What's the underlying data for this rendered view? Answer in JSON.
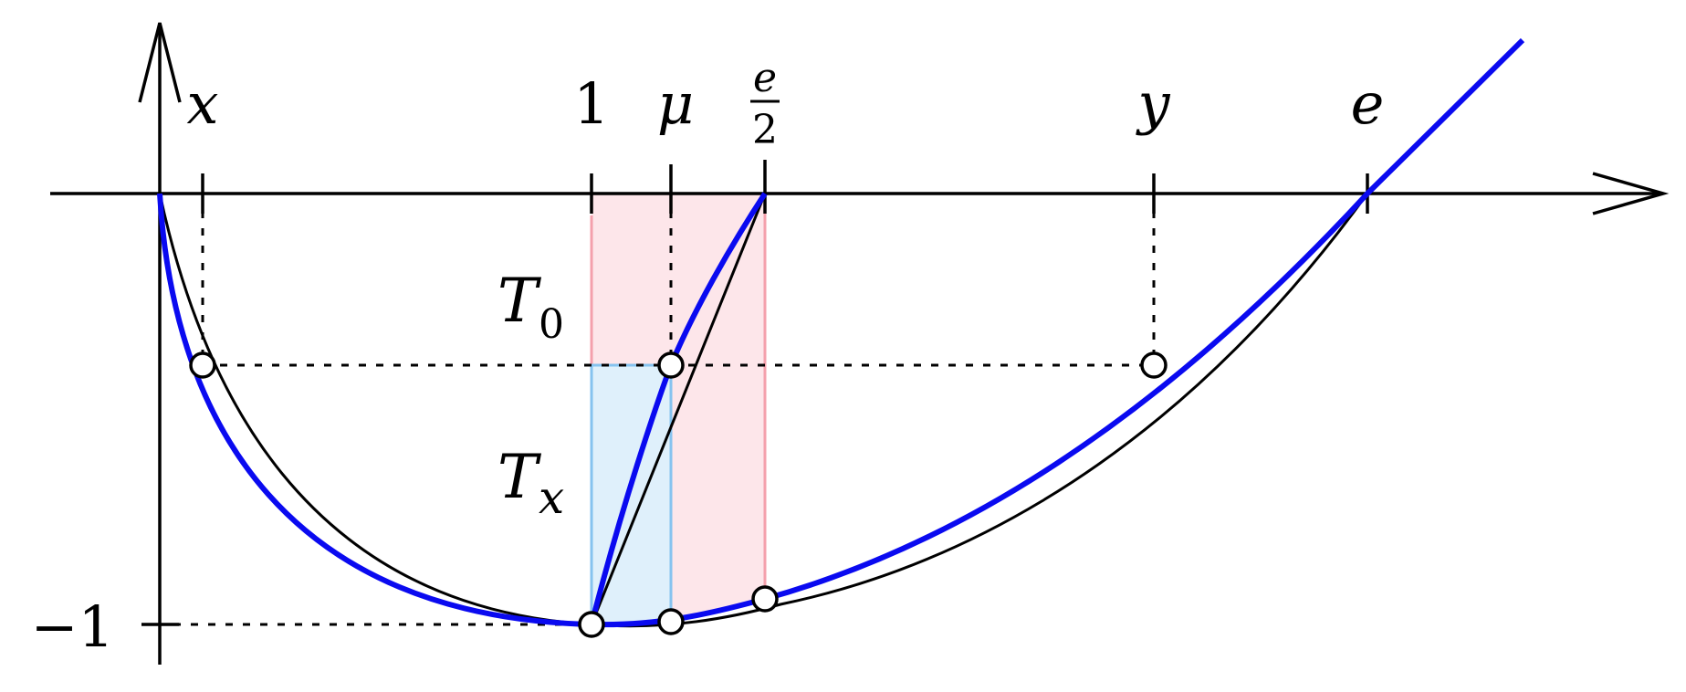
{
  "labels": {
    "x": "x",
    "one": "1",
    "mu": "μ",
    "e_over_2_num": "e",
    "e_over_2_den": "2",
    "y": "y",
    "e": "e",
    "minus_one": "−1",
    "T0_base": "T",
    "T0_sub": "0",
    "Tx_base": "T",
    "Tx_sub": "x"
  },
  "colors": {
    "blue_curve": "#0a0af0",
    "black_curve": "#000000",
    "pink_region": "#fde6ea",
    "pink_edge": "#f4a0ac",
    "light_blue_region": "#dff0fb",
    "light_blue_edge": "#86c3ef",
    "marker_fill": "#ffffff"
  }
}
